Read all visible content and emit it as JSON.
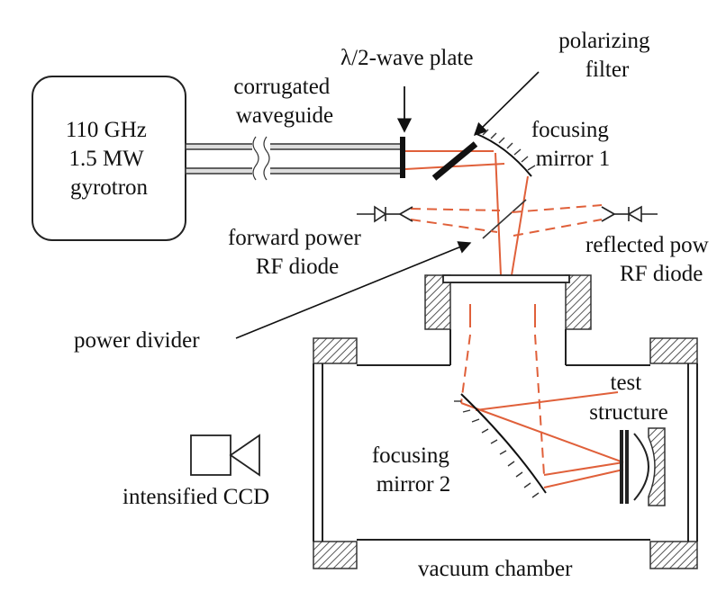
{
  "labels": {
    "gyrotron": [
      "110 GHz",
      "1.5 MW",
      "gyrotron"
    ],
    "waveguide": [
      "corrugated",
      "waveguide"
    ],
    "wave_plate": "λ/2-wave plate",
    "polarizing_filter": [
      "polarizing",
      "filter"
    ],
    "focusing_mirror_1": [
      "focusing",
      "mirror 1"
    ],
    "forward_diode": [
      "forward power",
      "RF diode"
    ],
    "reflected_diode": [
      "reflected pow",
      "RF diode"
    ],
    "power_divider": "power divider",
    "test_structure": [
      "test",
      "structure"
    ],
    "focusing_mirror_2": [
      "focusing",
      "mirror 2"
    ],
    "ccd": "intensified CCD",
    "vacuum_chamber": "vacuum chamber"
  },
  "colors": {
    "beam": "#e0603a",
    "line": "#222222",
    "background": "#ffffff"
  }
}
